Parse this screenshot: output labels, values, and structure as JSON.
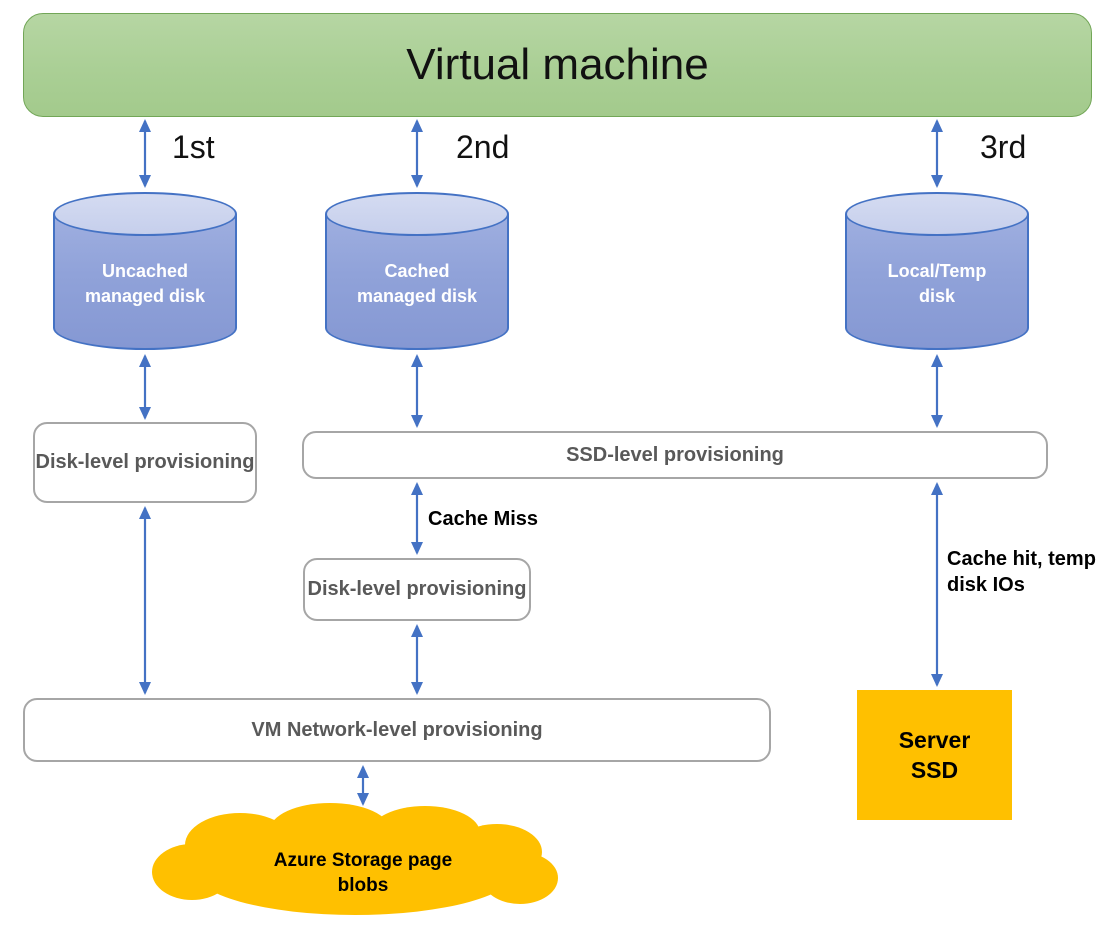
{
  "diagram": {
    "title": "Virtual machine",
    "order_labels": {
      "first": "1st",
      "second": "2nd",
      "third": "3rd"
    },
    "disks": {
      "uncached": "Uncached managed disk",
      "cached": "Cached managed disk",
      "local_temp": "Local/Temp disk"
    },
    "provisioning": {
      "disk_level_left": "Disk-level provisioning",
      "ssd_level": "SSD-level provisioning",
      "disk_level_middle": "Disk-level provisioning",
      "vm_network_level": "VM Network-level provisioning"
    },
    "annotations": {
      "cache_miss": "Cache Miss",
      "cache_hit": "Cache hit, temp disk IOs"
    },
    "server_ssd": "Server SSD",
    "cloud": "Azure Storage page blobs",
    "colors": {
      "vm_fill": "#aacf95",
      "vm_border": "#72a657",
      "cylinder_fill": "#90a2d9",
      "cylinder_top_fill": "#ccd5ee",
      "cylinder_border": "#4472c4",
      "arrow": "#4472c4",
      "box_border": "#a6a6a6",
      "box_text": "#595959",
      "gold": "#ffc000",
      "background": "#ffffff"
    }
  }
}
